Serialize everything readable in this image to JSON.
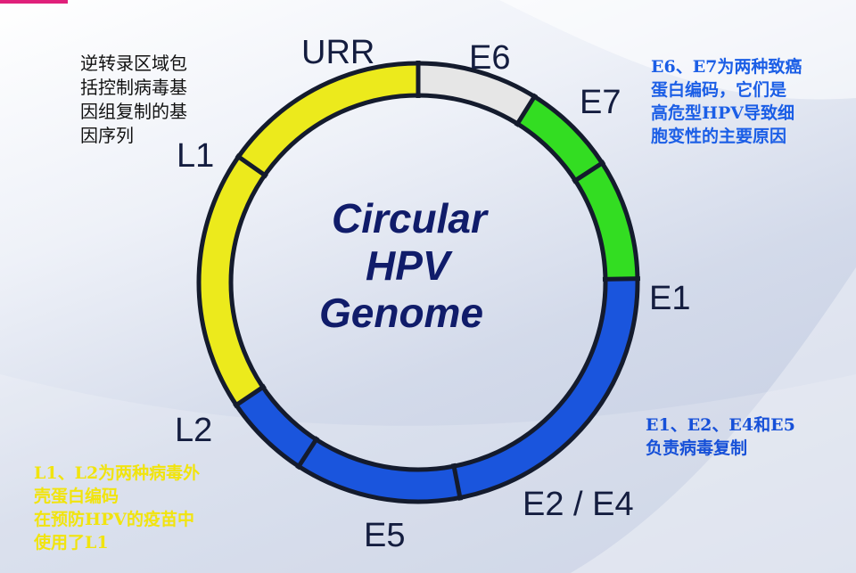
{
  "diagram": {
    "title_lines": [
      "Circular",
      "HPV",
      "Genome"
    ],
    "segments": [
      {
        "name": "URR",
        "color": "#e6e6e6",
        "start_deg": 0,
        "end_deg": 32
      },
      {
        "name": "E6",
        "color": "#33dd22",
        "start_deg": 32,
        "end_deg": 57
      },
      {
        "name": "E7",
        "color": "#33dd22",
        "start_deg": 57,
        "end_deg": 89
      },
      {
        "name": "E1",
        "color": "#1a55dd",
        "start_deg": 89,
        "end_deg": 169
      },
      {
        "name": "E2 / E4",
        "color": "#1a55dd",
        "start_deg": 169,
        "end_deg": 213
      },
      {
        "name": "E5",
        "color": "#1a55dd",
        "start_deg": 213,
        "end_deg": 236
      },
      {
        "name": "L2",
        "color": "#ecea1c",
        "start_deg": 236,
        "end_deg": 305
      },
      {
        "name": "L1",
        "color": "#ecea1c",
        "start_deg": 305,
        "end_deg": 360
      }
    ],
    "ring_outline_color": "#141b2d"
  },
  "labels": {
    "urr": "URR",
    "e6": "E6",
    "e7": "E7",
    "e1": "E1",
    "e2e4": "E2 / E4",
    "e5": "E5",
    "l2": "L2",
    "l1": "L1"
  },
  "notes": {
    "urr": [
      "逆转录区域包",
      "括控制病毒基",
      "因组复制的基",
      "因序列"
    ],
    "e6e7": [
      "E6、E7为两种致癌",
      "蛋白编码，它们是",
      "高危型HPV导致细",
      "胞变性的主要原因"
    ],
    "e1": [
      "E1、E2、E4和E5",
      "负责病毒复制"
    ],
    "l1l2": [
      "L1、L2为两种病毒外",
      "壳蛋白编码",
      "在预防HPV的疫苗中",
      "使用了L1"
    ]
  }
}
